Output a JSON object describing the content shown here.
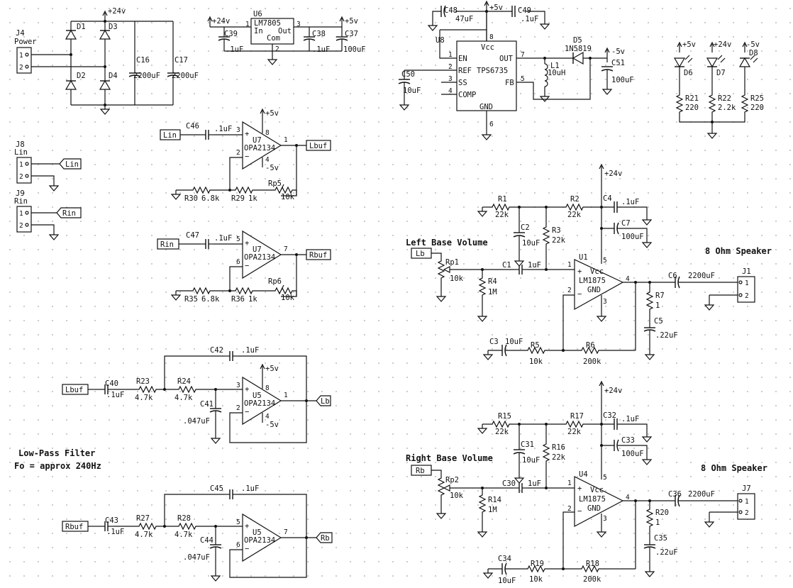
{
  "power": {
    "j4_ref": "J4",
    "j4_name": "Power",
    "pin1": "1",
    "pin2": "2",
    "d1": "D1",
    "d2": "D2",
    "d3": "D3",
    "d4": "D4",
    "v24": "+24v",
    "c16": "C16",
    "c16_val": "2200uF",
    "c17": "C17",
    "c17_val": "2200uF"
  },
  "regulator": {
    "v24": "+24v",
    "u6": "U6",
    "part": "LM7805",
    "in": "In",
    "out": "Out",
    "com": "Com",
    "pin1": "1",
    "pin2": "2",
    "pin3": "3",
    "v5": "+5v",
    "c39": "C39",
    "c39_val": ".1uF",
    "c38": "C38",
    "c38_val": ".1uF",
    "c37": "C37",
    "c37_val": "100uF"
  },
  "connectors": {
    "j8_ref": "J8",
    "j8_name": "Lin",
    "j8_net": "Lin",
    "j9_ref": "J9",
    "j9_name": "Rin",
    "j9_net": "Rin",
    "pin1": "1",
    "pin2": "2"
  },
  "buffer_l": {
    "in_net": "Lin",
    "c": "C46",
    "c_val": ".1uF",
    "u": "U7",
    "part": "OPA2134",
    "pin3": "3",
    "pin2": "2",
    "pin8": "8",
    "pin4": "4",
    "pin1": "1",
    "vplus": "+5v",
    "vminus": "-5v",
    "r_a": "R30",
    "r_a_val": "6.8k",
    "r_b": "R29",
    "r_b_val": "1k",
    "rp": "Rp5",
    "rp_val": "10k",
    "out_net": "Lbuf"
  },
  "buffer_r": {
    "in_net": "Rin",
    "c": "C47",
    "c_val": ".1uF",
    "u": "U7",
    "part": "OPA2134",
    "pin5": "5",
    "pin6": "6",
    "pin7": "7",
    "r_a": "R35",
    "r_a_val": "6.8k",
    "r_b": "R36",
    "r_b_val": "1k",
    "rp": "Rp6",
    "rp_val": "10k",
    "out_net": "Rbuf"
  },
  "filter_l": {
    "in_net": "Lbuf",
    "c40": "C40",
    "c40_val": ".1uF",
    "r23": "R23",
    "r23_val": "4.7k",
    "r24": "R24",
    "r24_val": "4.7k",
    "c42": "C42",
    "c42_val": ".1uF",
    "c41": "C41",
    "c41_val": ".047uF",
    "u": "U5",
    "part": "OPA2134",
    "pin3": "3",
    "pin2": "2",
    "pin8": "8",
    "pin4": "4",
    "pin1": "1",
    "vplus": "+5v",
    "vminus": "-5v",
    "out_net": "Lb"
  },
  "filter_note": {
    "line1": "Low-Pass Filter",
    "line2": "Fo = approx 240Hz"
  },
  "filter_r": {
    "in_net": "Rbuf",
    "c43": "C43",
    "c43_val": ".1uF",
    "r27": "R27",
    "r27_val": "4.7k",
    "r28": "R28",
    "r28_val": "4.7k",
    "c45": "C45",
    "c45_val": ".1uF",
    "c44": "C44",
    "c44_val": ".047uF",
    "u": "U5",
    "part": "OPA2134",
    "pin5": "5",
    "pin6": "6",
    "pin7": "7",
    "out_net": "Rb"
  },
  "inverter": {
    "c48": "C48",
    "c48_val": "47uF",
    "v5": "+5v",
    "c49": "C49",
    "c49_val": ".1uF",
    "u8": "U8",
    "part": "TPS6735",
    "vcc": "Vcc",
    "en": "EN",
    "ref": "REF",
    "ss": "SS",
    "comp": "COMP",
    "out": "OUT",
    "fb": "FB",
    "gnd": "GND",
    "pin1": "1",
    "pin2": "2",
    "pin3": "3",
    "pin4": "4",
    "pin5": "5",
    "pin6": "6",
    "pin7": "7",
    "pin8": "8",
    "c50": "C50",
    "c50_val": "10uF",
    "l1": "L1",
    "l1_val": "10uH",
    "d5": "D5",
    "d5_part": "1N5819",
    "vminus": "-5v",
    "c51": "C51",
    "c51_val": "100uF"
  },
  "leds": {
    "v5": "+5v",
    "v24": "+24v",
    "vminus": "-5v",
    "d6": "D6",
    "d7": "D7",
    "d8": "D8",
    "r21": "R21",
    "r21_val": "220",
    "r22": "R22",
    "r22_val": "2.2k",
    "r25": "R25",
    "r25_val": "220"
  },
  "amp_l": {
    "title": "Left Base Volume",
    "in_net": "Lb",
    "rp": "Rp1",
    "rp_val": "10k",
    "r1": "R1",
    "r1_val": "22k",
    "r2": "R2",
    "r2_val": "22k",
    "r3": "R3",
    "r3_val": "22k",
    "c2": "C2",
    "c2_val": "10uF",
    "c4": "C4",
    "c4_val": ".1uF",
    "c7": "C7",
    "c7_val": "100uF",
    "v24": "+24v",
    "c1": "C1",
    "c1_val": "1uF",
    "r4": "R4",
    "r4_val": "1M",
    "u": "U1",
    "part": "LM1875",
    "vcc": "Vcc",
    "gnd": "GND",
    "pin1": "1",
    "pin2": "2",
    "pin3": "3",
    "pin4": "4",
    "pin5": "5",
    "c6": "C6",
    "c6_val": "2200uF",
    "r7": "R7",
    "r7_val": "1",
    "c5": "C5",
    "c5_val": ".22uF",
    "c3": "C3",
    "c3_val": "10uF",
    "r5": "R5",
    "r5_val": "10k",
    "r6": "R6",
    "r6_val": "200k",
    "speaker": "8 Ohm Speaker",
    "j": "J1",
    "jpin1": "1",
    "jpin2": "2"
  },
  "amp_r": {
    "title": "Right Base Volume",
    "in_net": "Rb",
    "rp": "Rp2",
    "rp_val": "10k",
    "r15": "R15",
    "r15_val": "22k",
    "r17": "R17",
    "r17_val": "22k",
    "r16": "R16",
    "r16_val": "22k",
    "c31": "C31",
    "c31_val": "10uF",
    "c32": "C32",
    "c32_val": ".1uF",
    "c33": "C33",
    "c33_val": "100uF",
    "v24": "+24v",
    "c30": "C30",
    "c30_val": "1uF",
    "r14": "R14",
    "r14_val": "1M",
    "u": "U4",
    "part": "LM1875",
    "vcc": "Vcc",
    "gnd": "GND",
    "pin1": "1",
    "pin2": "2",
    "pin3": "3",
    "pin4": "4",
    "pin5": "5",
    "c36": "C36",
    "c36_val": "2200uF",
    "r20": "R20",
    "r20_val": "1",
    "c35": "C35",
    "c35_val": ".22uF",
    "c34": "C34",
    "c34_val": "10uF",
    "r19": "R19",
    "r19_val": "10k",
    "r18": "R18",
    "r18_val": "200k",
    "speaker": "8 Ohm Speaker",
    "j": "J7",
    "jpin1": "1",
    "jpin2": "2"
  }
}
